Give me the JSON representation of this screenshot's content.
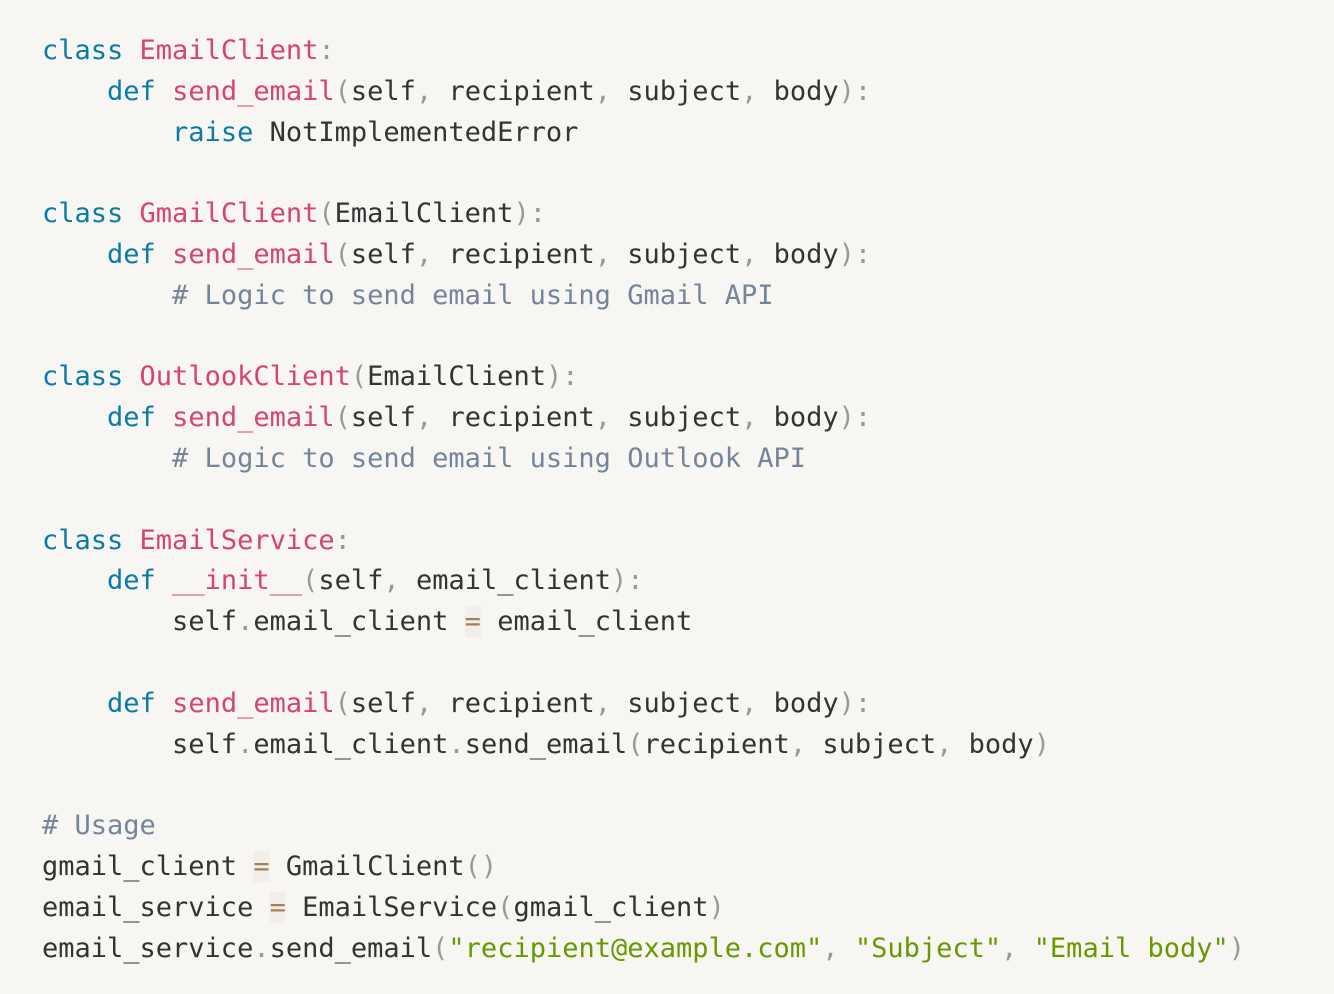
{
  "colors": {
    "background": "#f7f6f3",
    "keyword": "#0a7aa6",
    "name": "#d6456a",
    "comment": "#74859a",
    "string": "#669900",
    "punctuation": "#999999",
    "operator": "#a67f59",
    "text": "#333333"
  },
  "code": {
    "language": "python",
    "lines": [
      [
        {
          "t": "keyword",
          "v": "class"
        },
        {
          "t": "text",
          "v": " "
        },
        {
          "t": "name",
          "v": "EmailClient"
        },
        {
          "t": "punct",
          "v": ":"
        }
      ],
      [
        {
          "t": "text",
          "v": "    "
        },
        {
          "t": "keyword",
          "v": "def"
        },
        {
          "t": "text",
          "v": " "
        },
        {
          "t": "name",
          "v": "send_email"
        },
        {
          "t": "punct",
          "v": "("
        },
        {
          "t": "text",
          "v": "self"
        },
        {
          "t": "punct",
          "v": ","
        },
        {
          "t": "text",
          "v": " recipient"
        },
        {
          "t": "punct",
          "v": ","
        },
        {
          "t": "text",
          "v": " subject"
        },
        {
          "t": "punct",
          "v": ","
        },
        {
          "t": "text",
          "v": " body"
        },
        {
          "t": "punct",
          "v": "):"
        }
      ],
      [
        {
          "t": "text",
          "v": "        "
        },
        {
          "t": "keyword",
          "v": "raise"
        },
        {
          "t": "text",
          "v": " NotImplementedError"
        }
      ],
      [],
      [
        {
          "t": "keyword",
          "v": "class"
        },
        {
          "t": "text",
          "v": " "
        },
        {
          "t": "name",
          "v": "GmailClient"
        },
        {
          "t": "punct",
          "v": "("
        },
        {
          "t": "text",
          "v": "EmailClient"
        },
        {
          "t": "punct",
          "v": "):"
        }
      ],
      [
        {
          "t": "text",
          "v": "    "
        },
        {
          "t": "keyword",
          "v": "def"
        },
        {
          "t": "text",
          "v": " "
        },
        {
          "t": "name",
          "v": "send_email"
        },
        {
          "t": "punct",
          "v": "("
        },
        {
          "t": "text",
          "v": "self"
        },
        {
          "t": "punct",
          "v": ","
        },
        {
          "t": "text",
          "v": " recipient"
        },
        {
          "t": "punct",
          "v": ","
        },
        {
          "t": "text",
          "v": " subject"
        },
        {
          "t": "punct",
          "v": ","
        },
        {
          "t": "text",
          "v": " body"
        },
        {
          "t": "punct",
          "v": "):"
        }
      ],
      [
        {
          "t": "text",
          "v": "        "
        },
        {
          "t": "comment",
          "v": "# Logic to send email using Gmail API"
        }
      ],
      [],
      [
        {
          "t": "keyword",
          "v": "class"
        },
        {
          "t": "text",
          "v": " "
        },
        {
          "t": "name",
          "v": "OutlookClient"
        },
        {
          "t": "punct",
          "v": "("
        },
        {
          "t": "text",
          "v": "EmailClient"
        },
        {
          "t": "punct",
          "v": "):"
        }
      ],
      [
        {
          "t": "text",
          "v": "    "
        },
        {
          "t": "keyword",
          "v": "def"
        },
        {
          "t": "text",
          "v": " "
        },
        {
          "t": "name",
          "v": "send_email"
        },
        {
          "t": "punct",
          "v": "("
        },
        {
          "t": "text",
          "v": "self"
        },
        {
          "t": "punct",
          "v": ","
        },
        {
          "t": "text",
          "v": " recipient"
        },
        {
          "t": "punct",
          "v": ","
        },
        {
          "t": "text",
          "v": " subject"
        },
        {
          "t": "punct",
          "v": ","
        },
        {
          "t": "text",
          "v": " body"
        },
        {
          "t": "punct",
          "v": "):"
        }
      ],
      [
        {
          "t": "text",
          "v": "        "
        },
        {
          "t": "comment",
          "v": "# Logic to send email using Outlook API"
        }
      ],
      [],
      [
        {
          "t": "keyword",
          "v": "class"
        },
        {
          "t": "text",
          "v": " "
        },
        {
          "t": "name",
          "v": "EmailService"
        },
        {
          "t": "punct",
          "v": ":"
        }
      ],
      [
        {
          "t": "text",
          "v": "    "
        },
        {
          "t": "keyword",
          "v": "def"
        },
        {
          "t": "text",
          "v": " "
        },
        {
          "t": "name",
          "v": "__init__"
        },
        {
          "t": "punct",
          "v": "("
        },
        {
          "t": "text",
          "v": "self"
        },
        {
          "t": "punct",
          "v": ","
        },
        {
          "t": "text",
          "v": " email_client"
        },
        {
          "t": "punct",
          "v": "):"
        }
      ],
      [
        {
          "t": "text",
          "v": "        self"
        },
        {
          "t": "punct",
          "v": "."
        },
        {
          "t": "text",
          "v": "email_client "
        },
        {
          "t": "op",
          "v": "="
        },
        {
          "t": "text",
          "v": " email_client"
        }
      ],
      [],
      [
        {
          "t": "text",
          "v": "    "
        },
        {
          "t": "keyword",
          "v": "def"
        },
        {
          "t": "text",
          "v": " "
        },
        {
          "t": "name",
          "v": "send_email"
        },
        {
          "t": "punct",
          "v": "("
        },
        {
          "t": "text",
          "v": "self"
        },
        {
          "t": "punct",
          "v": ","
        },
        {
          "t": "text",
          "v": " recipient"
        },
        {
          "t": "punct",
          "v": ","
        },
        {
          "t": "text",
          "v": " subject"
        },
        {
          "t": "punct",
          "v": ","
        },
        {
          "t": "text",
          "v": " body"
        },
        {
          "t": "punct",
          "v": "):"
        }
      ],
      [
        {
          "t": "text",
          "v": "        self"
        },
        {
          "t": "punct",
          "v": "."
        },
        {
          "t": "text",
          "v": "email_client"
        },
        {
          "t": "punct",
          "v": "."
        },
        {
          "t": "text",
          "v": "send_email"
        },
        {
          "t": "punct",
          "v": "("
        },
        {
          "t": "text",
          "v": "recipient"
        },
        {
          "t": "punct",
          "v": ","
        },
        {
          "t": "text",
          "v": " subject"
        },
        {
          "t": "punct",
          "v": ","
        },
        {
          "t": "text",
          "v": " body"
        },
        {
          "t": "punct",
          "v": ")"
        }
      ],
      [],
      [
        {
          "t": "comment",
          "v": "# Usage"
        }
      ],
      [
        {
          "t": "text",
          "v": "gmail_client "
        },
        {
          "t": "op",
          "v": "="
        },
        {
          "t": "text",
          "v": " GmailClient"
        },
        {
          "t": "punct",
          "v": "()"
        }
      ],
      [
        {
          "t": "text",
          "v": "email_service "
        },
        {
          "t": "op",
          "v": "="
        },
        {
          "t": "text",
          "v": " EmailService"
        },
        {
          "t": "punct",
          "v": "("
        },
        {
          "t": "text",
          "v": "gmail_client"
        },
        {
          "t": "punct",
          "v": ")"
        }
      ],
      [
        {
          "t": "text",
          "v": "email_service"
        },
        {
          "t": "punct",
          "v": "."
        },
        {
          "t": "text",
          "v": "send_email"
        },
        {
          "t": "punct",
          "v": "("
        },
        {
          "t": "string",
          "v": "\"recipient@example.com\""
        },
        {
          "t": "punct",
          "v": ","
        },
        {
          "t": "text",
          "v": " "
        },
        {
          "t": "string",
          "v": "\"Subject\""
        },
        {
          "t": "punct",
          "v": ","
        },
        {
          "t": "text",
          "v": " "
        },
        {
          "t": "string",
          "v": "\"Email body\""
        },
        {
          "t": "punct",
          "v": ")"
        }
      ]
    ]
  }
}
